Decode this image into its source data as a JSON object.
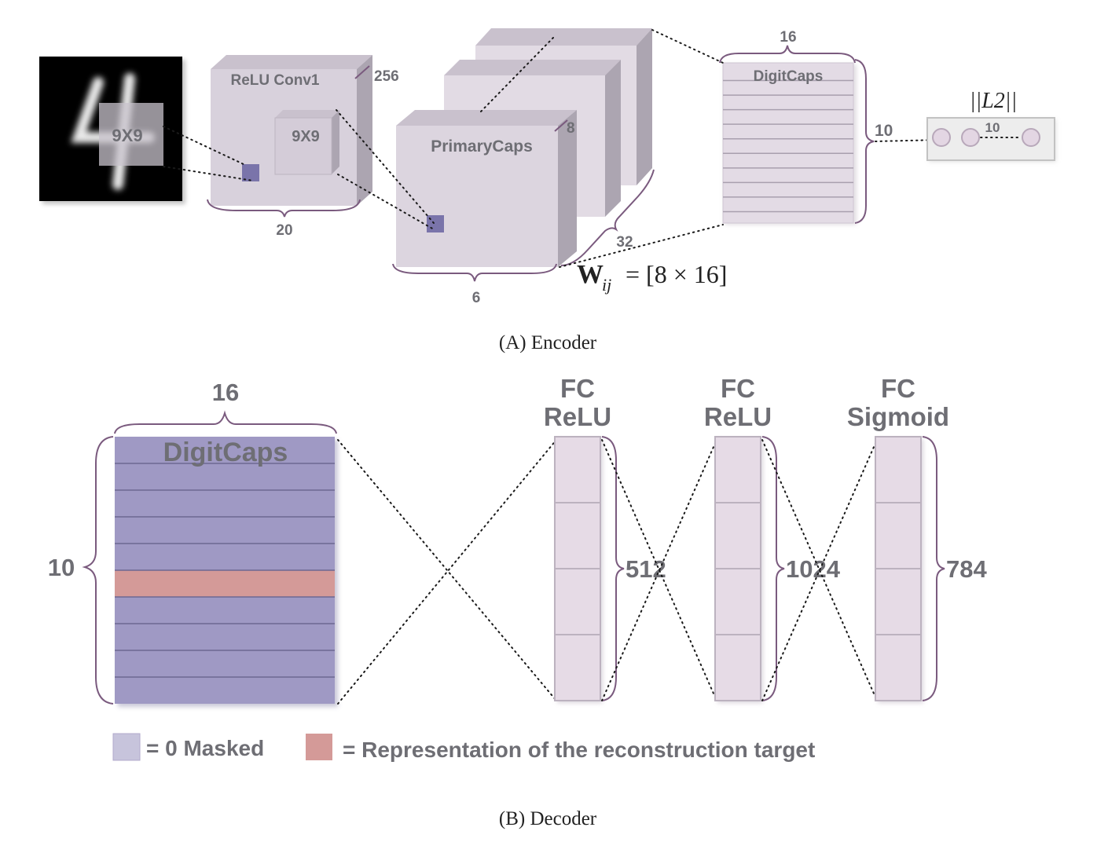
{
  "encoder": {
    "caption": "(A) Encoder",
    "input_label": "9X9",
    "conv1": {
      "label": "ReLU Conv1",
      "kernel_label": "9X9",
      "depth": "256",
      "width": "20"
    },
    "primary": {
      "label": "PrimaryCaps",
      "caps_dim": "8",
      "channels": "32",
      "grid": "6"
    },
    "digitcaps": {
      "label": "DigitCaps",
      "dim": "16",
      "count": "10"
    },
    "weight_formula": {
      "symbol": "W",
      "subscript": "ij",
      "rhs": "= [8 × 16]"
    },
    "output": {
      "norm_label": "||L2||",
      "count": "10"
    }
  },
  "decoder": {
    "caption": "(B) Decoder",
    "digitcaps": {
      "label": "DigitCaps",
      "dim": "16",
      "count": "10"
    },
    "layers": [
      {
        "line1": "FC",
        "line2": "ReLU",
        "size": "512"
      },
      {
        "line1": "FC",
        "line2": "ReLU",
        "size": "1024"
      },
      {
        "line1": "FC",
        "line2": "Sigmoid",
        "size": "784"
      }
    ],
    "legend": {
      "masked": "= 0 Masked",
      "target": "= Representation of the reconstruction target"
    }
  },
  "colors": {
    "box_front": "#d8d1dc",
    "box_side": "#aca5b1",
    "box_top": "#c9c1cd",
    "masked": "#9f99c4",
    "target": "#d49a98",
    "fc_fill": "#e6dbe6",
    "brace": "#7a5a7e"
  }
}
